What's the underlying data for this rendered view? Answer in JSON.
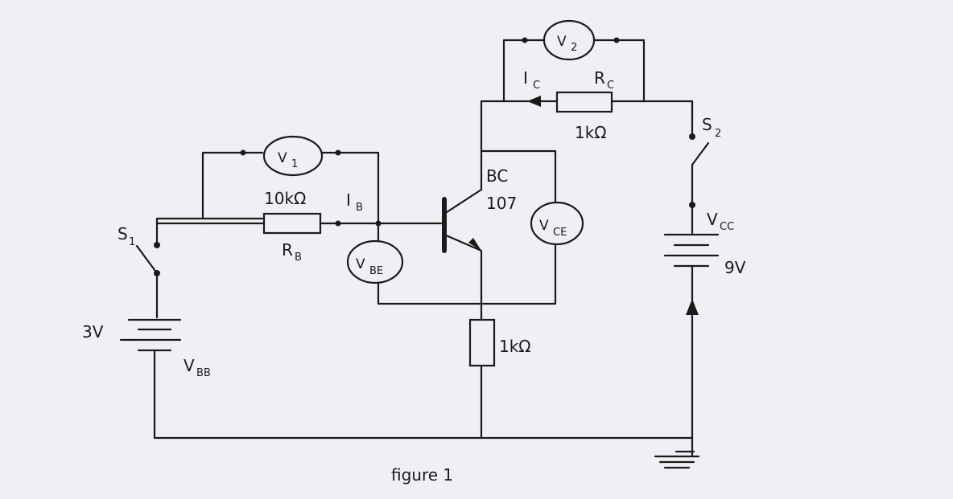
{
  "caption": "figure 1",
  "labels": {
    "v1": {
      "main": "V",
      "sub": "1"
    },
    "v2": {
      "main": "V",
      "sub": "2"
    },
    "vbe": {
      "main": "V",
      "sub": "BE"
    },
    "vce": {
      "main": "V",
      "sub": "CE"
    },
    "rb_value": "10kΩ",
    "rb_name": {
      "main": "R",
      "sub": "B"
    },
    "ib": {
      "main": "I",
      "sub": "B"
    },
    "rc_name": {
      "main": "R",
      "sub": "C"
    },
    "rc_value": "1kΩ",
    "ic": {
      "main": "I",
      "sub": "C"
    },
    "re_value": "1kΩ",
    "transistor": [
      "BC",
      "107"
    ],
    "s1": {
      "main": "S",
      "sub": "1"
    },
    "s2": {
      "main": "S",
      "sub": "2"
    },
    "vbb_value": "3V",
    "vbb_name": {
      "main": "V",
      "sub": "BB"
    },
    "vcc_name": {
      "main": "V",
      "sub": "CC"
    },
    "vcc_value": "9V"
  }
}
